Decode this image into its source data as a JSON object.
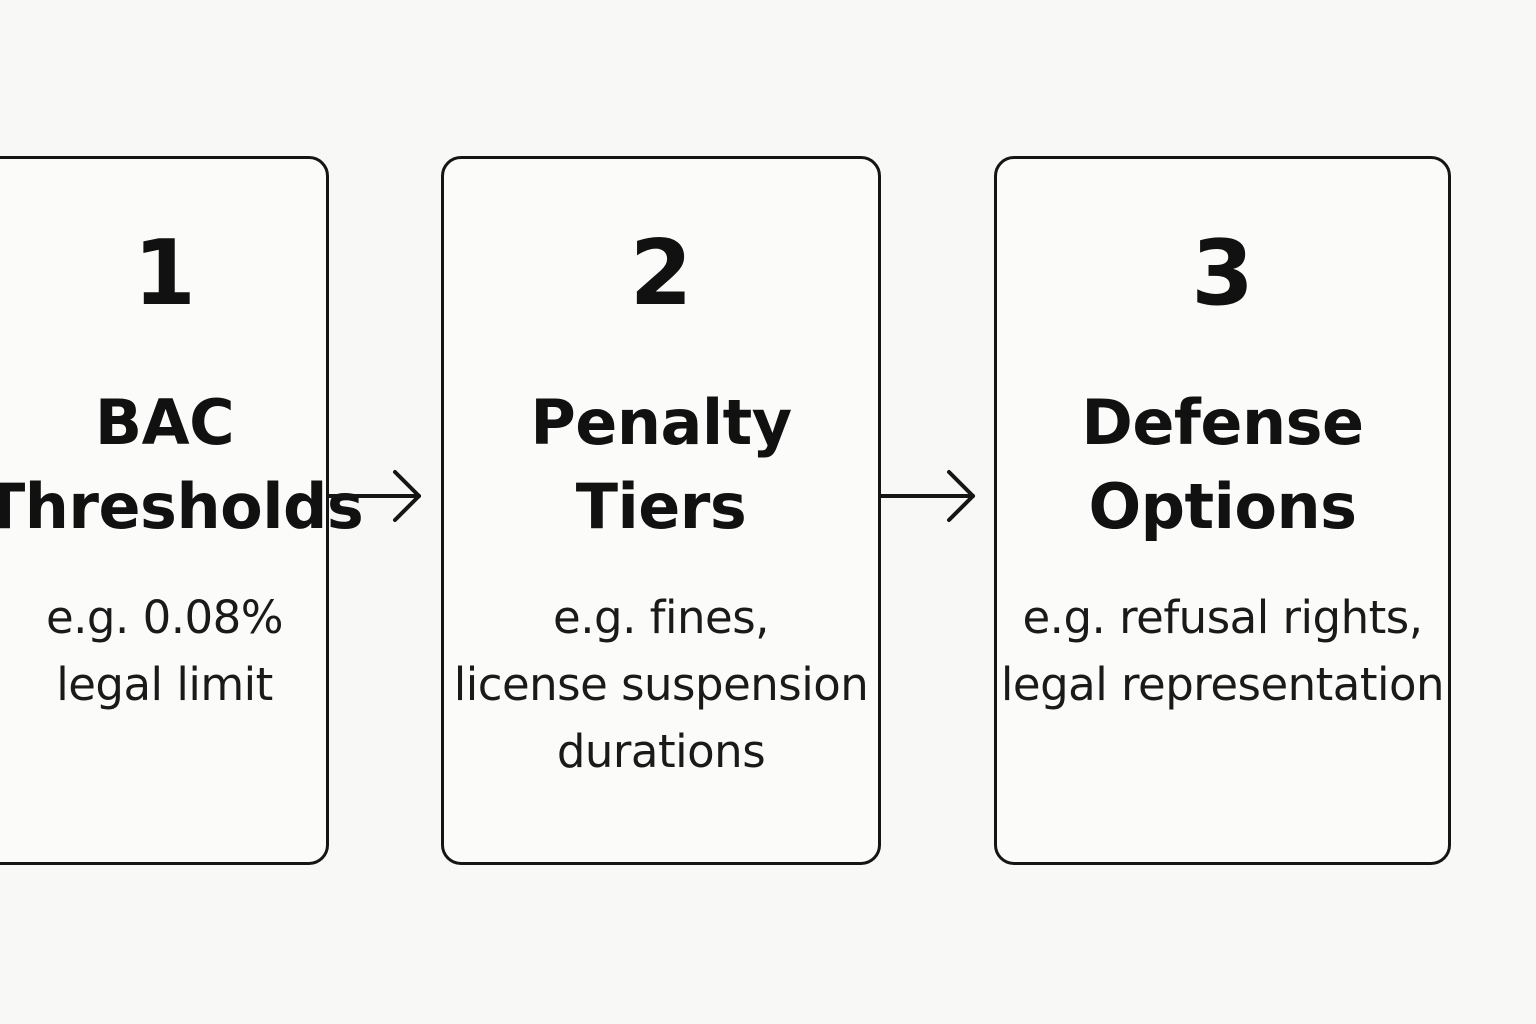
{
  "steps": [
    {
      "number": "1",
      "title_line1": "BAC",
      "title_line2": "Thresholds",
      "desc_line1": "e.g. 0.08%",
      "desc_line2": "legal limit",
      "desc_line3": ""
    },
    {
      "number": "2",
      "title_line1": "Penalty",
      "title_line2": "Tiers",
      "desc_line1": "e.g. fines,",
      "desc_line2": "license suspension",
      "desc_line3": "durations"
    },
    {
      "number": "3",
      "title_line1": "Defense",
      "title_line2": "Options",
      "desc_line1": "e.g. refusal rights,",
      "desc_line2": "legal representation",
      "desc_line3": ""
    }
  ],
  "arrows": [
    {
      "icon": "arrow-right-icon"
    },
    {
      "icon": "arrow-right-icon"
    }
  ]
}
